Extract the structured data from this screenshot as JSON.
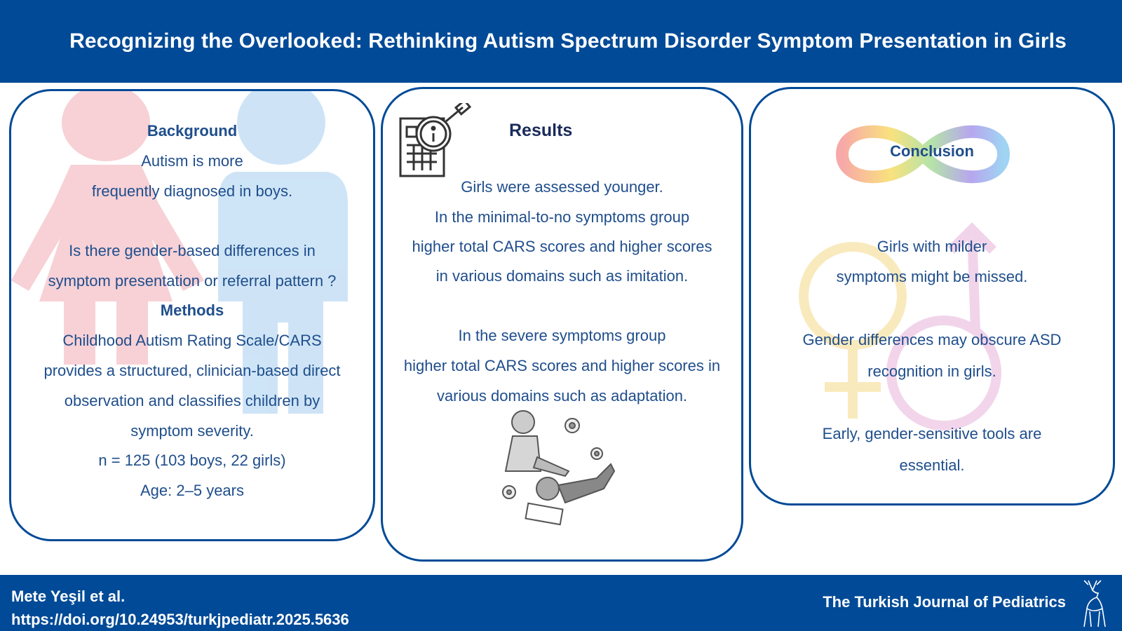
{
  "header": {
    "title": "Recognizing the Overlooked: Rethinking Autism Spectrum Disorder Symptom Presentation in Girls"
  },
  "background": {
    "heading": "Background",
    "lines": [
      "Autism is more",
      "frequently diagnosed in boys.",
      "Is there gender-based differences in",
      "symptom presentation or referral pattern ?"
    ],
    "methods_heading": "Methods",
    "methods_lines": [
      "Childhood Autism Rating Scale/CARS",
      "provides a structured, clinician-based direct",
      "observation and classifies children by",
      "symptom severity.",
      "n = 125 (103 boys, 22 girls)",
      "Age: 2–5 years"
    ]
  },
  "results": {
    "heading": "Results",
    "lines": [
      "Girls were assessed younger.",
      "In the minimal-to-no symptoms group",
      "higher total CARS scores and higher scores",
      "in various domains such as imitation.",
      "In the severe symptoms group",
      "higher total CARS scores and higher scores in",
      "various domains such as adaptation."
    ]
  },
  "conclusion": {
    "heading": "Conclusion",
    "lines": [
      "Girls with milder",
      "symptoms might be missed.",
      "Gender differences may obscure ASD",
      "recognition in girls.",
      "Early, gender-sensitive tools are",
      "essential."
    ]
  },
  "footer": {
    "authors": "Mete Yeşil et al.",
    "doi": "https://doi.org/10.24953/turkjpediatr.2025.5636",
    "journal": "The Turkish Journal of Pediatrics"
  },
  "colors": {
    "brand_blue": "#004a97",
    "text_blue": "#1f4e8c",
    "heading_navy": "#1a2a5a"
  }
}
